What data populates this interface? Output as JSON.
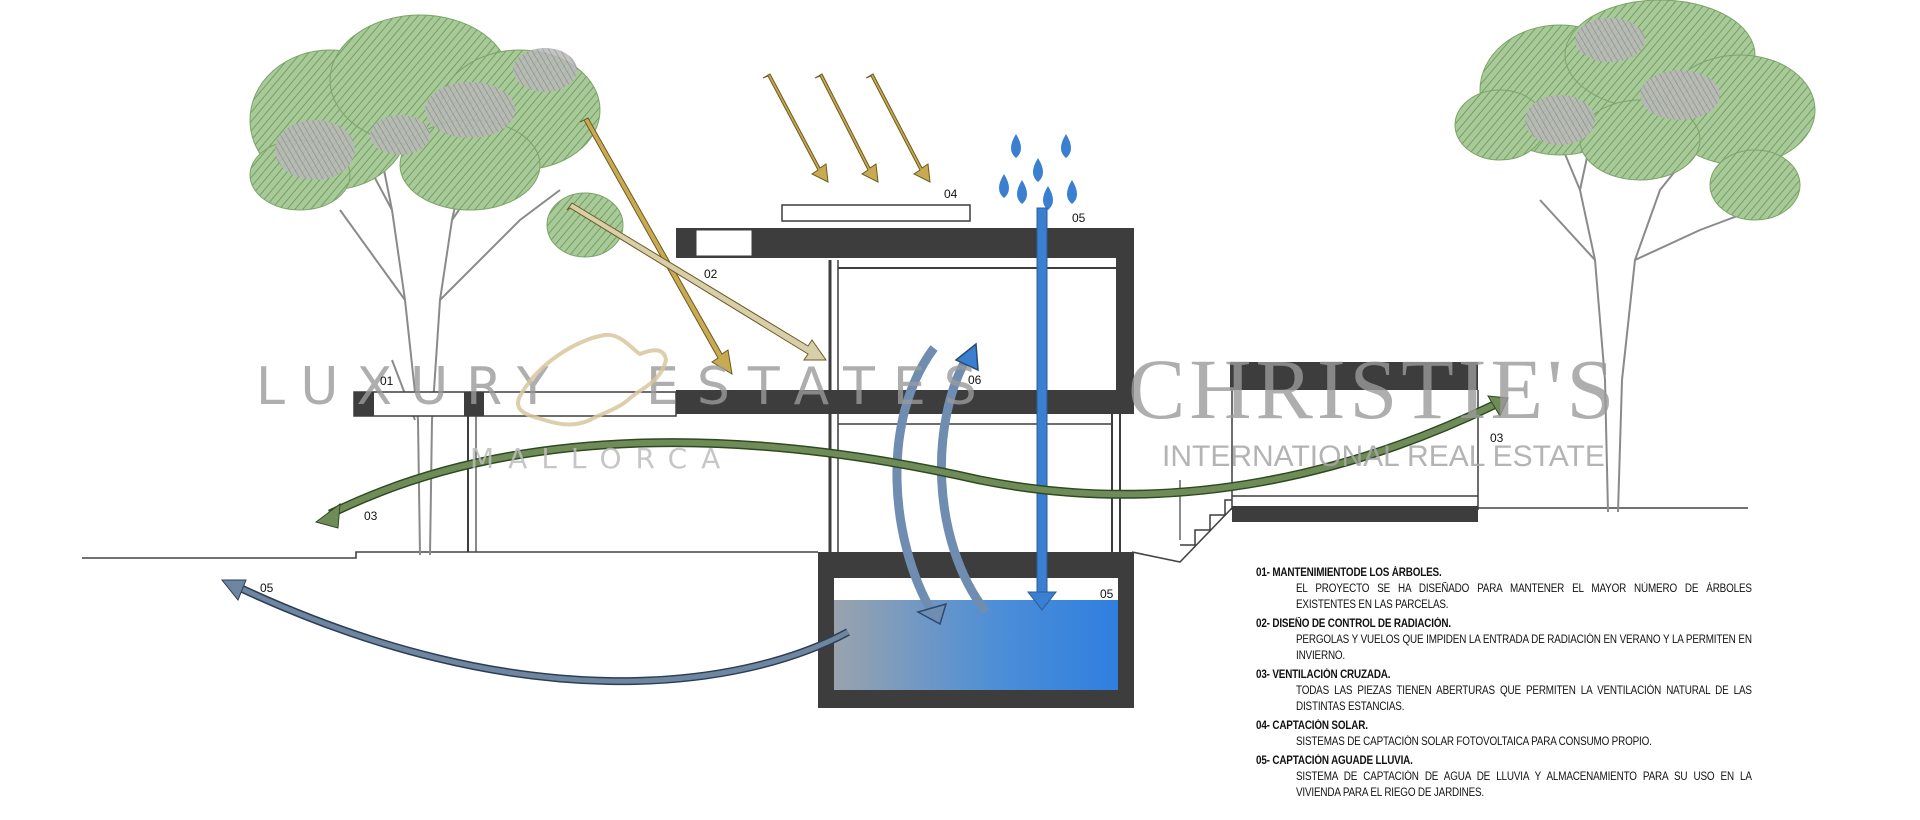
{
  "labels": {
    "trees_left": "01",
    "radiation": "02",
    "ventilation_left": "03",
    "ventilation_right": "03",
    "solar": "04",
    "rain": "05",
    "tank": "05",
    "ground": "05",
    "convection": "06"
  },
  "watermark": {
    "left_line1": "LUXURY",
    "left_line1b": "ESTATES",
    "left_line2": "MALLORCA",
    "right_line1": "CHRISTIE'S",
    "right_line2": "INTERNATIONAL REAL ESTATE"
  },
  "legend": [
    {
      "title": "01- MANTENIMIENTODE LOS ÁRBOLES.",
      "text": "EL PROYECTO SE HA DISEÑADO PARA MANTENER EL MAYOR NÚMERO DE ÁRBOLES EXISTENTES EN LAS PARCELAS."
    },
    {
      "title": "02- DISEÑO DE CONTROL DE RADIACIÓN.",
      "text": "PERGOLAS Y VUELOS QUE IMPIDEN LA ENTRADA DE RADIACIÓN EN VERANO Y LA PERMITEN EN INVIERNO."
    },
    {
      "title": "03- VENTILACIÓN CRUZADA.",
      "text": "TODAS LAS PIEZAS TIENEN ABERTURAS QUE PERMITEN LA VENTILACIÓN NATURAL DE LAS DISTINTAS ESTANCIAS."
    },
    {
      "title": "04- CAPTACIÓN SOLAR.",
      "text": "SISTEMAS DE CAPTACIÓN SOLAR FOTOVOLTAICA PARA CONSUMO PROPIO."
    },
    {
      "title": "05- CAPTACIÓN AGUADE LLUVIA.",
      "text": "SISTEMA DE CAPTACIÓN DE AGUA DE LLUVIA Y ALMACENAMIENTO PARA SU USO EN LA VIVIENDA PARA EL RIEGO DE JARDINES."
    }
  ],
  "colors": {
    "structure": "#3d3d3d",
    "tree": "#7fae6a",
    "sun_arrow": "#c8aa52",
    "water": "#3a7fd0",
    "ventilation": "#5d7a45",
    "flow": "#5f7a96"
  }
}
